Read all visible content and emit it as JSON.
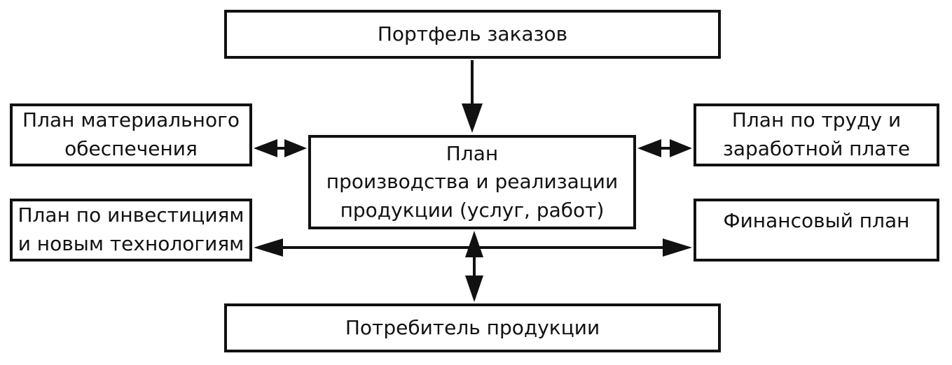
{
  "boxes": {
    "orders": {
      "lines": [
        "Портфель заказов"
      ]
    },
    "material": {
      "lines": [
        "План материального",
        "обеспечения"
      ]
    },
    "production": {
      "lines": [
        "План",
        "производства и реализации",
        "продукции (услуг, работ)"
      ]
    },
    "labor": {
      "lines": [
        "План по труду и",
        "заработной плате"
      ]
    },
    "invest": {
      "lines": [
        "План по инвестициям",
        "и новым технологиям"
      ]
    },
    "finance": {
      "lines": [
        "Финансовый план"
      ]
    },
    "consumer": {
      "lines": [
        "Потребитель продукции"
      ]
    }
  },
  "colors": {
    "stroke": "#111111",
    "background": "#ffffff"
  }
}
